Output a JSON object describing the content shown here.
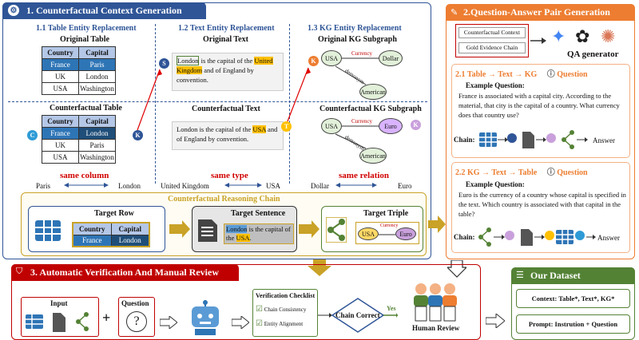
{
  "panel1": {
    "title": "1. Counterfactual Context Generation",
    "sec11": "1.1 Table Entity Replacement",
    "sec12": "1.2 Text Entity Replacement",
    "sec13": "1.3 KG Entity Replacement",
    "original_table": {
      "title": "Original Table",
      "headers": [
        "Country",
        "Capital"
      ],
      "rows": [
        [
          "France",
          "Paris"
        ],
        [
          "UK",
          "London"
        ],
        [
          "USA",
          "Washington"
        ]
      ]
    },
    "cf_table": {
      "title": "Counterfactual Table",
      "headers": [
        "Country",
        "Capital"
      ],
      "rows": [
        [
          "France",
          "London"
        ],
        [
          "UK",
          "Paris"
        ],
        [
          "USA",
          "Washington"
        ]
      ]
    },
    "original_text": {
      "title": "Original Text",
      "w1": "London",
      "w2": " is the capital of the ",
      "w3": "United Kingdom",
      "w4": " and of England by convention."
    },
    "cf_text": {
      "title": "Counterfactual Text",
      "w1": "London is the capital of the ",
      "w2": "USA",
      "w3": " and of England by convention."
    },
    "original_kg": {
      "title": "Original KG Subgraph",
      "n1": "USA",
      "n2": "Dollar",
      "n3": "American",
      "e1": "Currency",
      "e2": "demonym"
    },
    "cf_kg": {
      "title": "Counterfactual KG Subgraph",
      "n1": "USA",
      "n2": "Euro",
      "n3": "American",
      "e1": "Currency",
      "e2": "demonym"
    },
    "same_column": "same column",
    "same_type": "same type",
    "same_relation": "same relation",
    "col_from": "Paris",
    "col_to": "London",
    "type_from": "United Kingdom",
    "type_to": "USA",
    "rel_from": "Dollar",
    "rel_to": "Euro",
    "chain": {
      "title": "Counterfactual Reasoning Chain",
      "row_title": "Target Row",
      "row_headers": [
        "Country",
        "Capital"
      ],
      "row_values": [
        "France",
        "London"
      ],
      "sent_title": "Target Sentence",
      "sent_w1": "London",
      "sent_w2": " is the capital of the ",
      "sent_w3": "USA",
      "sent_w4": ".",
      "triple_title": "Target Triple",
      "t_n1": "USA",
      "t_n2": "Euro",
      "t_e": "Currency"
    },
    "badges": {
      "c": "C",
      "s": "S",
      "t": "T",
      "k": "K"
    }
  },
  "panel2": {
    "title": "2.Question-Answer Pair Generation",
    "input1": "Counterfactual Context",
    "input2": "Gold Evidence Chain",
    "generator": "QA generator",
    "qa1": {
      "path": [
        "2.1 Table",
        "Text",
        "KG"
      ],
      "question_label": "Question",
      "example_label": "Example Question:",
      "text": "France is associated with a capital city. According to the material, that city is the capital of a country. What currency does that country use?",
      "chain_label": "Chain:",
      "answer": "Answer"
    },
    "qa2": {
      "path": [
        "2.2 KG",
        "Text",
        "Table"
      ],
      "question_label": "Question",
      "example_label": "Example Question:",
      "text": "Euro is the currency of a country whose capital is specified in the text. Which country is associated with that capital in the table?",
      "chain_label": "Chain:",
      "answer": "Answer"
    }
  },
  "panel3": {
    "title": "3. Automatic Verification And Manual Review",
    "input_label": "Input",
    "question_label": "Question",
    "plus": "+",
    "checklist_title": "Verification Checklist",
    "check1": "Chain Consistency",
    "check2": "Entity Alignment",
    "decision": "Chain Correct",
    "yes": "Yes",
    "review": "Human Review"
  },
  "panel4": {
    "title": "Our Dataset",
    "line1": "Context: Table*, Text*, KG*",
    "line2": "Prompt: Instrution + Question"
  },
  "colors": {
    "blue": "#2f5597",
    "orange": "#ed7d31",
    "red": "#c00000",
    "green": "#548235",
    "gold": "#c9a227"
  }
}
